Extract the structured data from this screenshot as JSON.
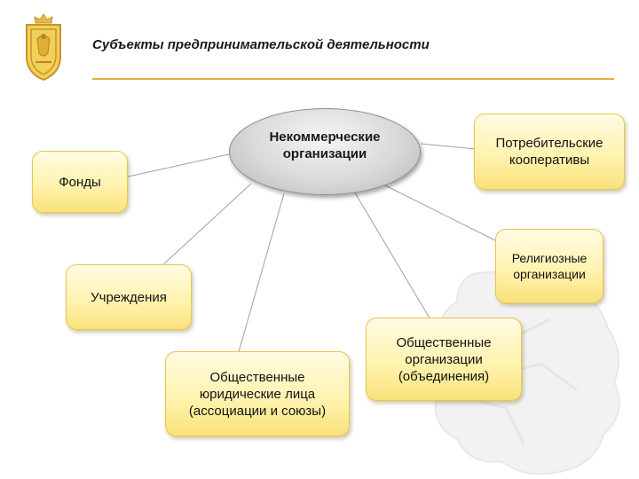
{
  "header": {
    "title": "Субъекты предпринимательской деятельности",
    "emblem_icon": "coat-of-arms-icon",
    "accent_color": "#e0b23c"
  },
  "diagram": {
    "center": {
      "label": "Некоммерческие организации"
    },
    "nodes": [
      {
        "id": "fondy",
        "label": "Фонды"
      },
      {
        "id": "uchrezhdeniya",
        "label": "Учреждения"
      },
      {
        "id": "yurlitsa",
        "label": "Общественные юридические лица (ассоциации и союзы)"
      },
      {
        "id": "obshch-org",
        "label": "Общественные организации (объединения)"
      },
      {
        "id": "religioznye",
        "label": "Религиозные организации"
      },
      {
        "id": "potreb",
        "label": "Потребительские кооперативы"
      }
    ],
    "node_color": "#fff3b0",
    "center_color": "#d9d9d9",
    "background_icon": "region-map-watermark-icon"
  }
}
